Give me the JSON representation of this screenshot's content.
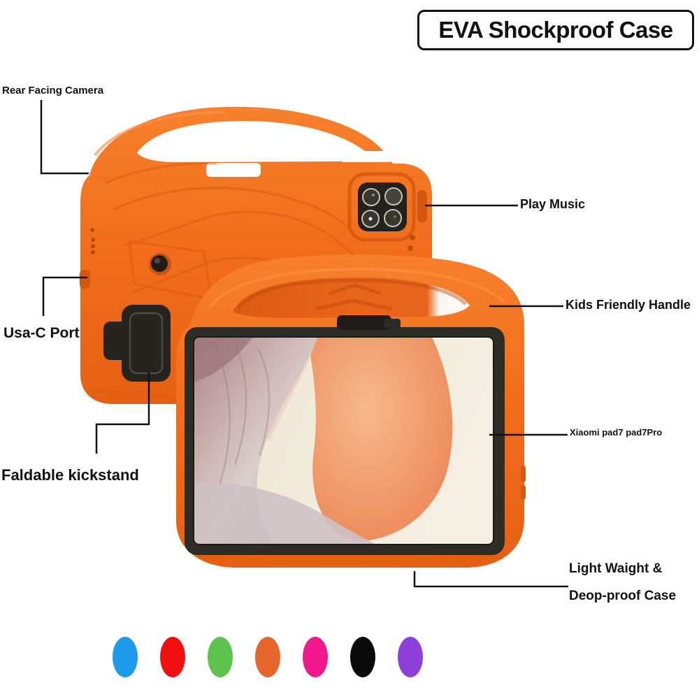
{
  "title": "EVA Shockproof Case",
  "product": {
    "case_color": "#F2701F",
    "case_shadow_color": "#D8590F",
    "kickstand_color": "#25241F"
  },
  "callouts": {
    "rear_camera": "Rear Facing Camera",
    "play_music": "Play Music",
    "kids_handle": "Kids Friendly Handle",
    "usb_port": "Usa-C Port",
    "model": "Xiaomi pad7 pad7Pro",
    "kickstand": "Faldable kickstand",
    "lightweight_line1": "Light Waight &",
    "lightweight_line2": "Deop-proof Case"
  },
  "color_options": [
    {
      "name": "blue",
      "hex": "#1B9BE9"
    },
    {
      "name": "red",
      "hex": "#F01010"
    },
    {
      "name": "green",
      "hex": "#5CC44C"
    },
    {
      "name": "orange",
      "hex": "#E6662B"
    },
    {
      "name": "rose",
      "hex": "#F0168C"
    },
    {
      "name": "black",
      "hex": "#0A0A0A"
    },
    {
      "name": "purple",
      "hex": "#8C40D9"
    }
  ]
}
